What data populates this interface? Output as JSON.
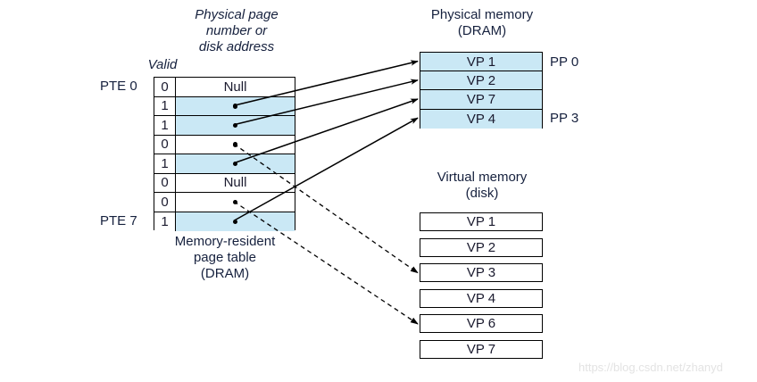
{
  "diagram": {
    "title_page_table_header": "Physical page\nnumber or\ndisk address",
    "valid_label": "Valid",
    "page_table_caption": "Memory-resident\npage table\n(DRAM)",
    "physical_memory_title": "Physical memory\n(DRAM)",
    "virtual_memory_title": "Virtual memory\n(disk)",
    "pte_first_label": "PTE 0",
    "pte_last_label": "PTE 7",
    "null_text": "Null",
    "page_table": {
      "rows": [
        {
          "index": 0,
          "valid": "0",
          "value": "Null",
          "kind": "null",
          "shaded": false
        },
        {
          "index": 1,
          "valid": "1",
          "value": "",
          "kind": "pointer",
          "shaded": true
        },
        {
          "index": 2,
          "valid": "1",
          "value": "",
          "kind": "pointer",
          "shaded": true
        },
        {
          "index": 3,
          "valid": "0",
          "value": "",
          "kind": "pointer",
          "shaded": false
        },
        {
          "index": 4,
          "valid": "1",
          "value": "",
          "kind": "pointer",
          "shaded": true
        },
        {
          "index": 5,
          "valid": "0",
          "value": "Null",
          "kind": "null",
          "shaded": false
        },
        {
          "index": 6,
          "valid": "0",
          "value": "",
          "kind": "pointer",
          "shaded": false
        },
        {
          "index": 7,
          "valid": "1",
          "value": "",
          "kind": "pointer",
          "shaded": true
        }
      ]
    },
    "physical_memory": {
      "rows": [
        "VP 1",
        "VP 2",
        "VP 7",
        "VP 4"
      ],
      "pp_first_label": "PP 0",
      "pp_last_label": "PP 3"
    },
    "virtual_memory": {
      "rows": [
        "VP 1",
        "VP 2",
        "VP 3",
        "VP 4",
        "VP 6",
        "VP 7"
      ]
    },
    "links": [
      {
        "from_pte": 1,
        "to": "physical",
        "target": "VP 1",
        "style": "solid"
      },
      {
        "from_pte": 2,
        "to": "physical",
        "target": "VP 2",
        "style": "solid"
      },
      {
        "from_pte": 4,
        "to": "physical",
        "target": "VP 7",
        "style": "solid"
      },
      {
        "from_pte": 7,
        "to": "physical",
        "target": "VP 4",
        "style": "solid"
      },
      {
        "from_pte": 3,
        "to": "virtual",
        "target": "VP 3",
        "style": "dashed"
      },
      {
        "from_pte": 6,
        "to": "virtual",
        "target": "VP 6",
        "style": "dashed"
      }
    ],
    "colors": {
      "shaded_fill": "#cae8f5",
      "line": "#000000",
      "text": "#16213e"
    },
    "watermark": "https://blog.csdn.net/zhanyd"
  }
}
